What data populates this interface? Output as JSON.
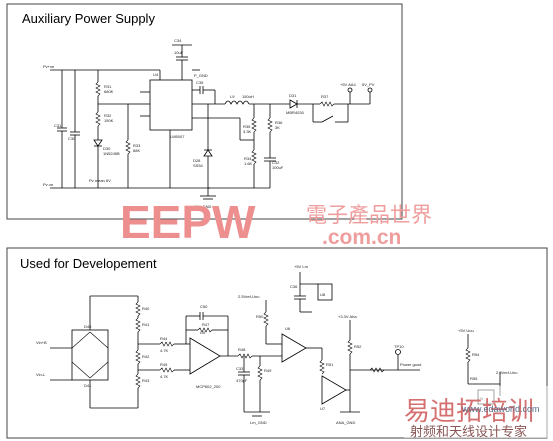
{
  "panels": {
    "top_title": "Auxiliary Power Supply",
    "bottom_title": "Used for Developement"
  },
  "top_labels": {
    "pv_pos": "Pv+ve",
    "pv_neg": "Pv-ve",
    "c31": "C31",
    "c30": "C30",
    "r31": "R31",
    "r31v": "680K",
    "r32": "R32",
    "r32v": "150K",
    "d30": "D30",
    "d30v": "1N5245B",
    "r33": "R33",
    "r33v": "68K",
    "pvmean": "Pv mean 6V",
    "u4": "U4",
    "lm5007": "LM5007",
    "c34": "C34",
    "c34v": "10uF",
    "c35": "C35",
    "pgnd": "P_GND",
    "l9": "L9",
    "l9v": "150uH",
    "d31": "D31",
    "d31v": "MBR4030",
    "r37": "R37",
    "plus5v": "+5V AA4",
    "v5pv": "5V_PV",
    "r35": "R35",
    "r35v": "3.3K",
    "r36": "R36",
    "r36v": "3K",
    "r34": "R34",
    "r34v": "1.6K",
    "c32": "C32",
    "c32v": "100uF",
    "d28": "D28",
    "d28v": "SS54",
    "pgnd2": "PV_GND"
  },
  "bottom_labels": {
    "vin_pos": "Vin+B",
    "vin_neg": "Vin-L",
    "d40": "D40",
    "d41": "D41",
    "r40": "R40",
    "r41": "R41",
    "r42": "R42",
    "r43": "R43",
    "r44": "R44",
    "r44v": "4.7K",
    "r45": "R45",
    "r45v": "4.7K",
    "r47": "R47",
    "c50": "C50",
    "u5": "U5",
    "mcp": "MCP602_200",
    "r48": "R48",
    "r49": "R49",
    "c33": "C33",
    "c33v": "470pF",
    "vref": "2.5Vref-Unu",
    "r50": "R50",
    "u6": "U6",
    "lmgnd": "Lm_GND",
    "v45": "+5V Lm",
    "c36": "C36",
    "u8": "U8",
    "v33": "+3.3V Aha",
    "r51": "R51",
    "r52": "R52",
    "tp10": "TP10",
    "pgood": "Power good",
    "u7": "U7",
    "aagnd": "ANA_GND",
    "v5uu": "+5V Uuu",
    "r54": "R54",
    "r55": "R55",
    "u9": "U9",
    "vref2": "2.5Vref-Unu"
  },
  "watermarks": {
    "eepw": "EEPW",
    "eepw_cn": "電子產品世界",
    "eepw_url": ".com.cn",
    "rfask_logo": "易迪拓培训",
    "rfask_sub": "射频和天线设计专家",
    "rfask_url": "www.edaworld.com"
  }
}
